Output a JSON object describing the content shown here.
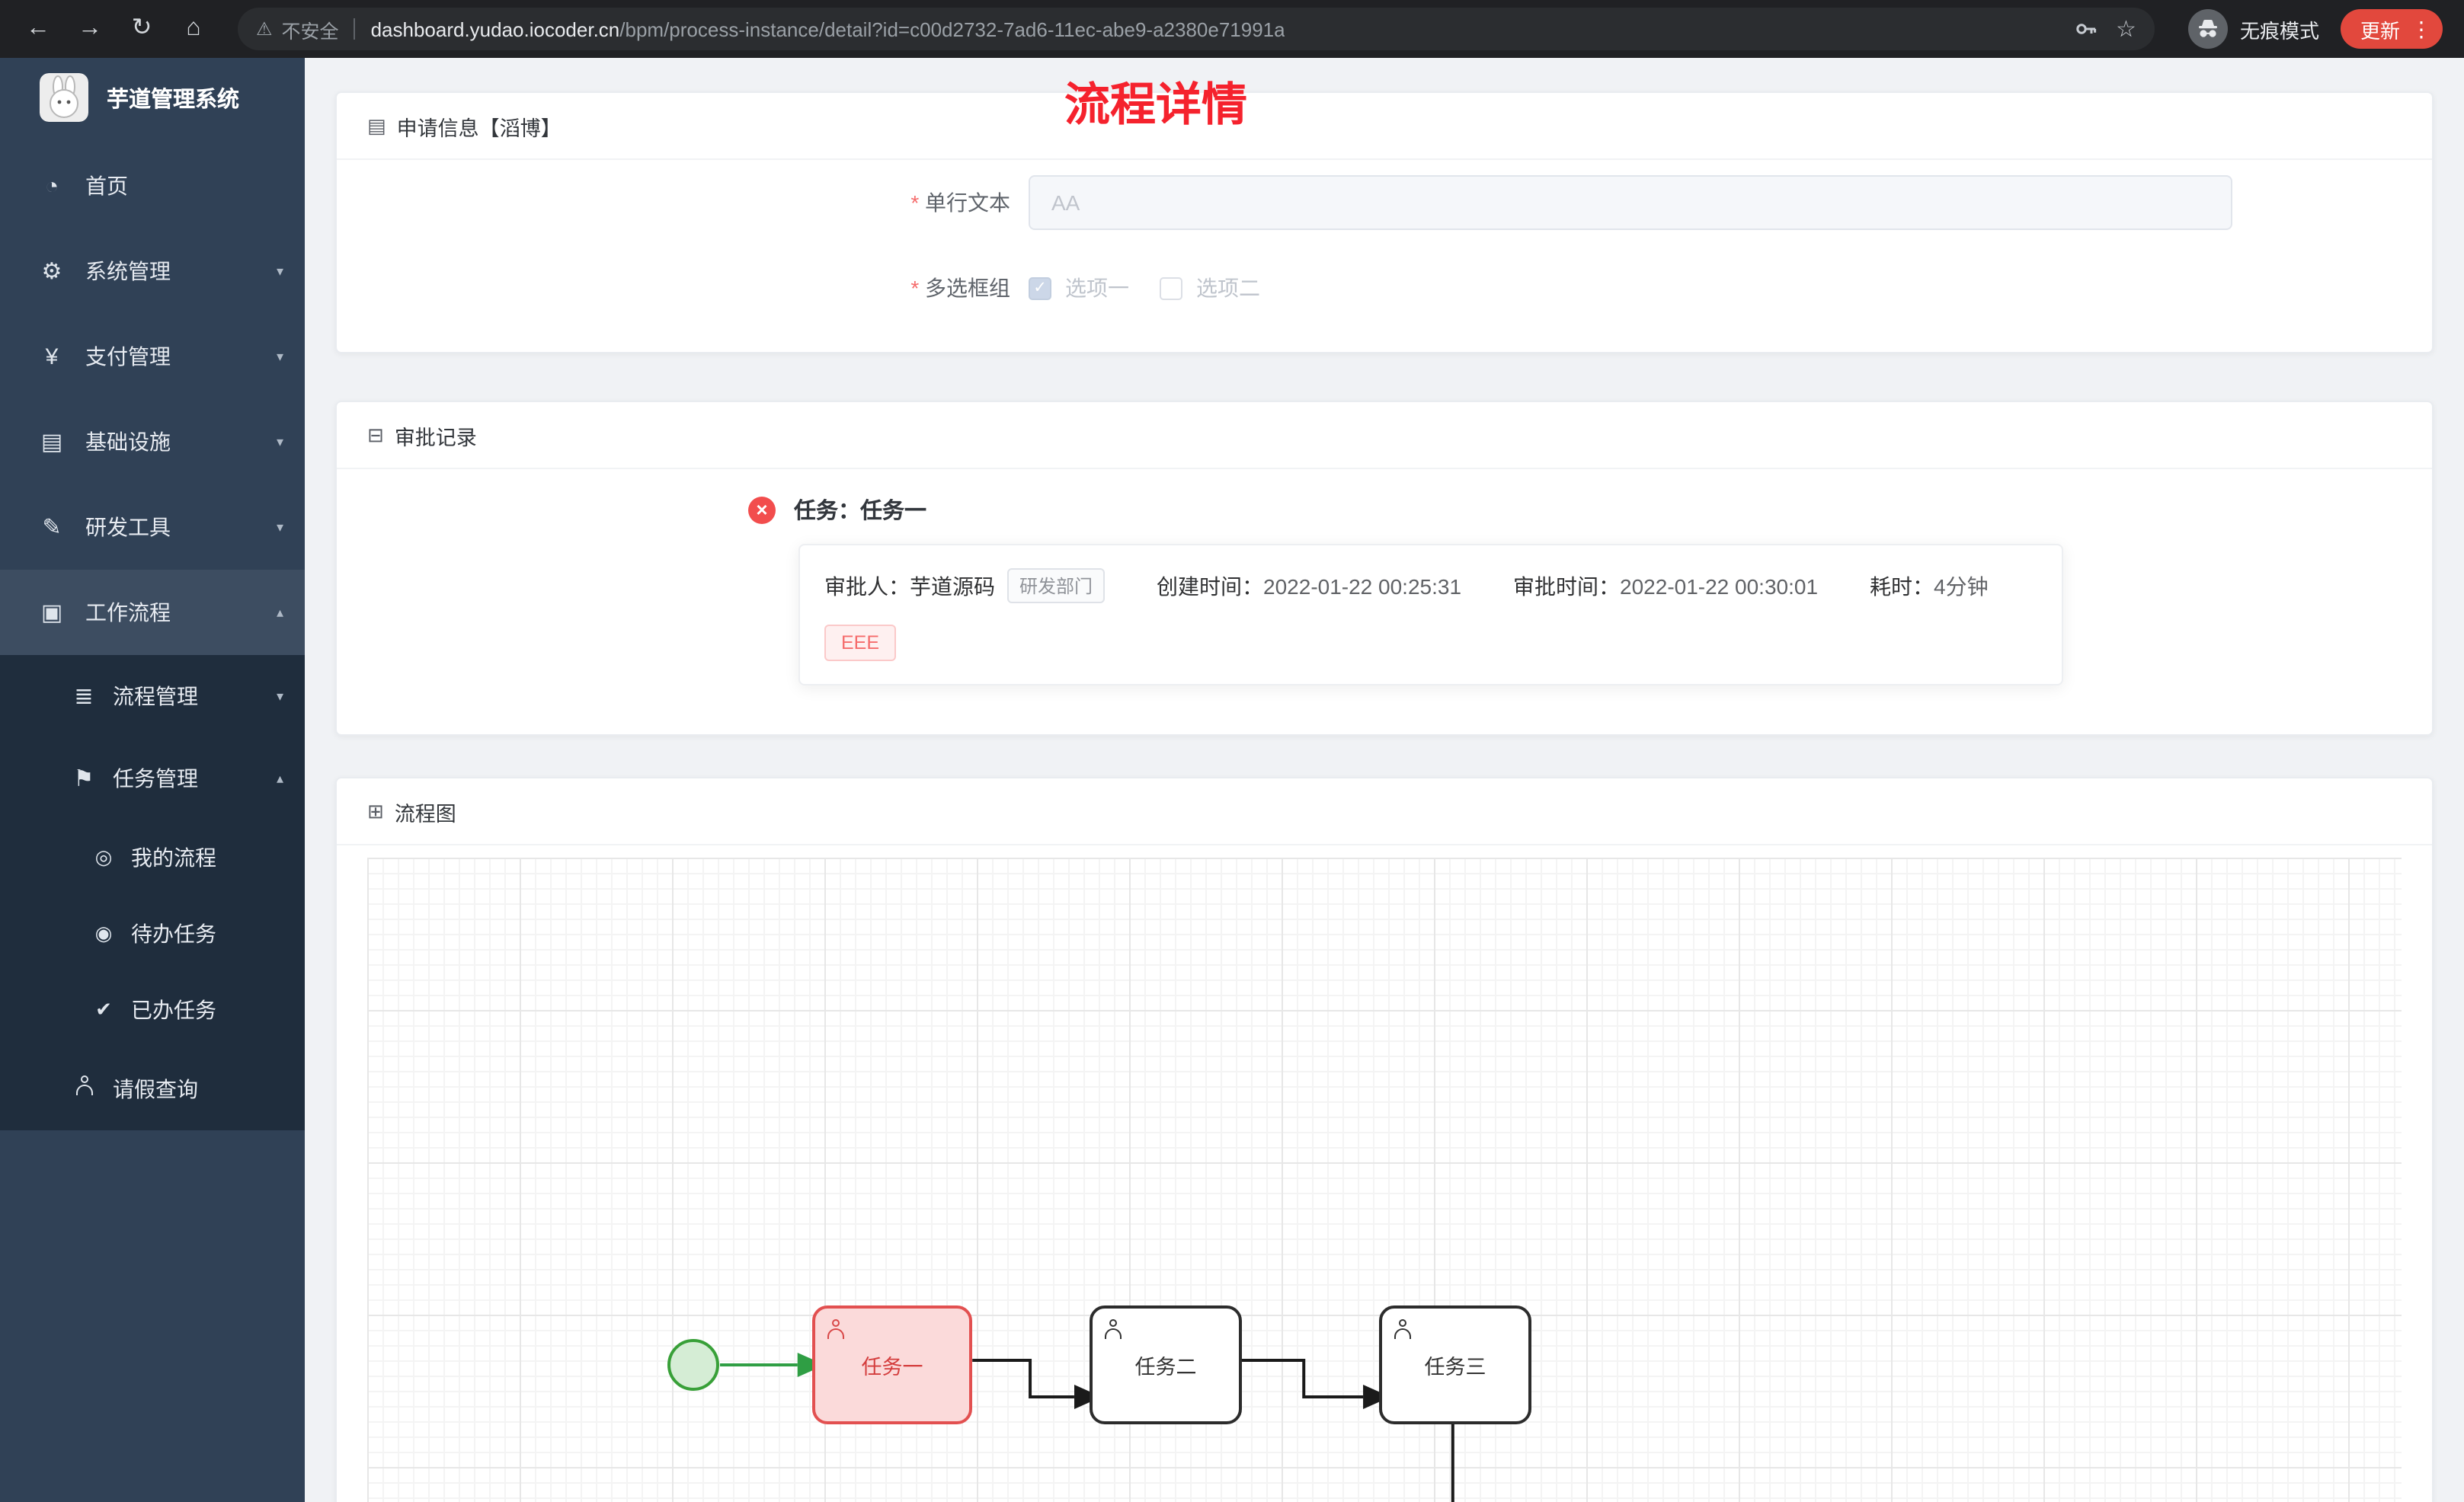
{
  "colors": {
    "accent_red": "#f5222d",
    "sidebar_bg": "#304156",
    "submenu_bg": "#1f2d3d",
    "task_reject_red": "#e25050",
    "start_event_green": "#38a038"
  },
  "browser": {
    "security_label": "不安全",
    "url_domain": "dashboard.yudao.iocoder.cn",
    "url_path": "/bpm/process-instance/detail?id=c00d2732-7ad6-11ec-abe9-a2380e71991a",
    "incognito_label": "无痕模式",
    "update_label": "更新",
    "icons": {
      "back": "←",
      "forward": "→",
      "reload": "↻",
      "home": "⌂",
      "warning": "⚠",
      "star": "☆",
      "kebab": "⋮"
    }
  },
  "sidebar": {
    "title": "芋道管理系统",
    "items": [
      {
        "label": "首页",
        "icon": "dashboard-icon",
        "glyph": "◔",
        "chevron": ""
      },
      {
        "label": "系统管理",
        "icon": "gear-icon",
        "glyph": "⚙",
        "chevron": "▾"
      },
      {
        "label": "支付管理",
        "icon": "yen-icon",
        "glyph": "¥",
        "chevron": "▾"
      },
      {
        "label": "基础设施",
        "icon": "infrastructure-icon",
        "glyph": "▤",
        "chevron": "▾"
      },
      {
        "label": "研发工具",
        "icon": "dev-tools-icon",
        "glyph": "✎",
        "chevron": "▾"
      },
      {
        "label": "工作流程",
        "icon": "workflow-icon",
        "glyph": "▣",
        "chevron": "▴"
      },
      {
        "label": "流程管理",
        "icon": "process-management-icon",
        "glyph": "≣",
        "chevron": "▾"
      },
      {
        "label": "任务管理",
        "icon": "task-management-icon",
        "glyph": "⚑",
        "chevron": "▴"
      },
      {
        "label": "我的流程",
        "icon": "my-process-icon",
        "glyph": "◎",
        "chevron": ""
      },
      {
        "label": "待办任务",
        "icon": "todo-task-icon",
        "glyph": "◉",
        "chevron": ""
      },
      {
        "label": "已办任务",
        "icon": "done-task-icon",
        "glyph": "✔",
        "chevron": ""
      },
      {
        "label": "请假查询",
        "icon": "person-icon",
        "glyph": "",
        "chevron": ""
      }
    ]
  },
  "page": {
    "title": "流程详情"
  },
  "application_card": {
    "header": "申请信息【滔博】",
    "header_icon_glyph": "▤",
    "fields": [
      {
        "label": "单行文本",
        "required": true,
        "type": "input",
        "value": "AA",
        "disabled": true
      },
      {
        "label": "多选框组",
        "required": true,
        "type": "checkbox-group",
        "options": [
          {
            "label": "选项一",
            "checked": true
          },
          {
            "label": "选项二",
            "checked": false
          }
        ]
      }
    ]
  },
  "approval_card": {
    "header": "审批记录",
    "header_icon_glyph": "⊟",
    "task": {
      "title": "任务：任务一",
      "status": "rejected",
      "approver_label": "审批人：",
      "approver": "芋道源码",
      "dept_tag": "研发部门",
      "created_label": "创建时间：",
      "created_time": "2022-01-22 00:25:31",
      "approved_label": "审批时间：",
      "approved_time": "2022-01-22 00:30:01",
      "duration_label": "耗时：",
      "duration": "4分钟",
      "comment_tag": "EEE"
    }
  },
  "diagram_card": {
    "header": "流程图",
    "header_icon_glyph": "⊞",
    "nodes": [
      {
        "label": "任务一",
        "state": "rejected"
      },
      {
        "label": "任务二",
        "state": "normal"
      },
      {
        "label": "任务三",
        "state": "normal"
      }
    ]
  }
}
